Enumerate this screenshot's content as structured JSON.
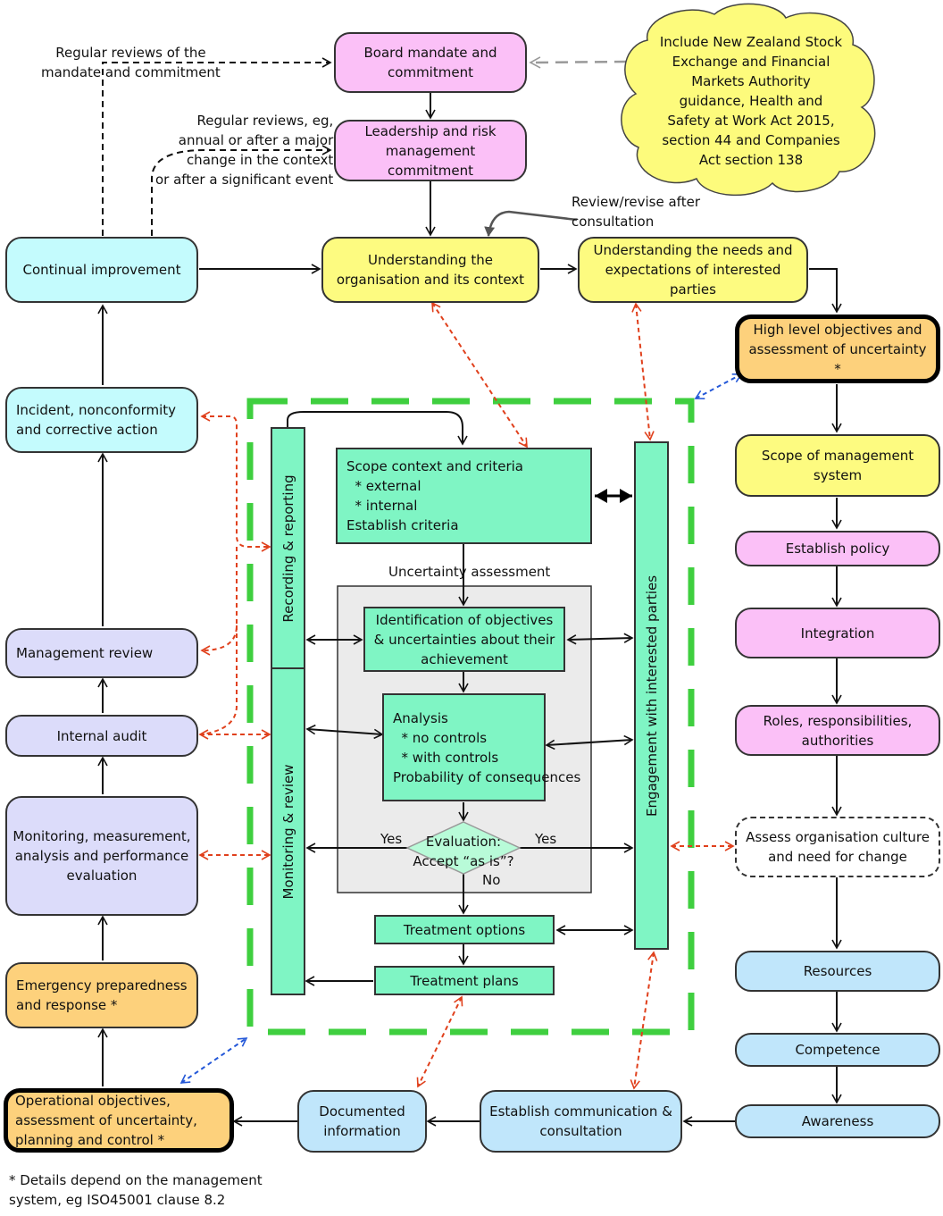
{
  "nodes": {
    "board": "Board mandate and commitment",
    "leadership": "Leadership and  risk management commitment",
    "cloud": "Include New Zealand Stock Exchange and Financial Markets Authority guidance, Health and Safety at Work Act 2015, section 44 and Companies Act section 138",
    "continual": "Continual improvement",
    "understanding_org": "Understanding the organisation and its context",
    "understanding_needs": "Understanding the needs and expectations of interested parties",
    "high_level": "High level objectives and assessment of uncertainty *",
    "incident": "Incident, nonconformity and corrective action",
    "scope_ms": "Scope of management system",
    "establish_policy": "Establish policy",
    "integration": "Integration",
    "roles": "Roles, responsibilities, authorities",
    "assess_culture": "Assess organisation culture and need for change",
    "resources": "Resources",
    "competence": "Competence",
    "awareness": "Awareness",
    "establish_comm": "Establish  communication & consultation",
    "documented": "Documented information",
    "operational": "Operational objectives, assessment of uncertainty, planning and control *",
    "emergency": "Emergency preparedness and response *",
    "monitoring_meas": "Monitoring, measurement, analysis and performance evaluation",
    "internal_audit": "Internal audit",
    "management_review": "Management review",
    "scope_context": "Scope context and criteria\n  * external\n  * internal\nEstablish criteria",
    "identification": "Identification of objectives & uncertainties about their achievement",
    "analysis": "Analysis\n  * no controls\n  * with controls\nProbability of consequences",
    "evaluation": "Evaluation:\nAccept “as is”?",
    "treatment_options": "Treatment options",
    "treatment_plans": "Treatment plans",
    "recording": "Recording & reporting",
    "monitoring_review": "Monitoring & review",
    "engagement": "Engagement with interested parties"
  },
  "labels": {
    "regular_reviews_mandate": "Regular reviews of the\nmandate and commitment",
    "regular_reviews_eg": "Regular reviews, eg,\nannual or after a major\nchange in the context\nor after a significant event",
    "review_revise": "Review/revise after\nconsultation",
    "uncertainty_assessment": "Uncertainty assessment",
    "yes_left": "Yes",
    "yes_right": "Yes",
    "no": "No",
    "footnote": "* Details depend on the management\nsystem, eg ISO45001 clause 8.2"
  },
  "colors": {
    "pink": "#fbc0f7",
    "yellow": "#fdfb80",
    "cyan": "#c4fbfd",
    "lavender": "#dcdcfa",
    "orange": "#fdd17c",
    "blue": "#c0e6fb",
    "green": "#7ff5c4",
    "dashed_frame": "#3fcf3f",
    "red_link": "#e0401c",
    "blue_link": "#2458d8",
    "grey_panel": "#ebebeb"
  }
}
